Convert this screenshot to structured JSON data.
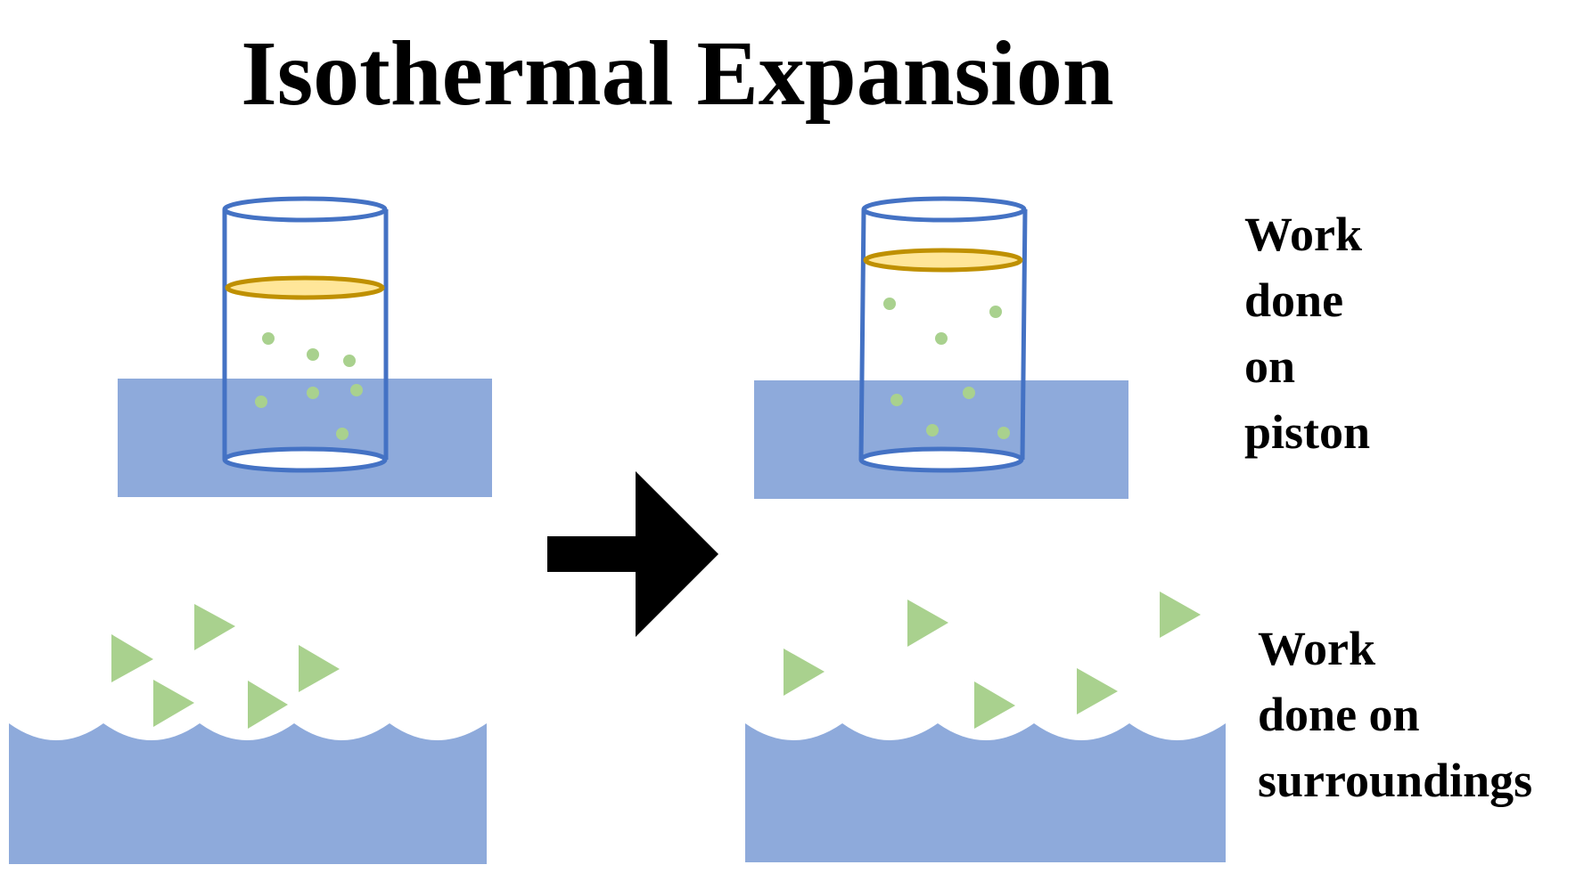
{
  "title": "Isothermal Expansion",
  "labels": {
    "piston": [
      "Work",
      "done",
      "on",
      "piston"
    ],
    "surroundings": [
      "Work",
      "done on",
      "surroundings"
    ]
  },
  "colors": {
    "water": "#8eaadb",
    "cylinder_outline": "#4472c4",
    "piston_fill": "#ffe699",
    "piston_outline": "#bf9000",
    "gas_particle": "#a9d18e",
    "arrow": "#000000",
    "text": "#000000"
  }
}
